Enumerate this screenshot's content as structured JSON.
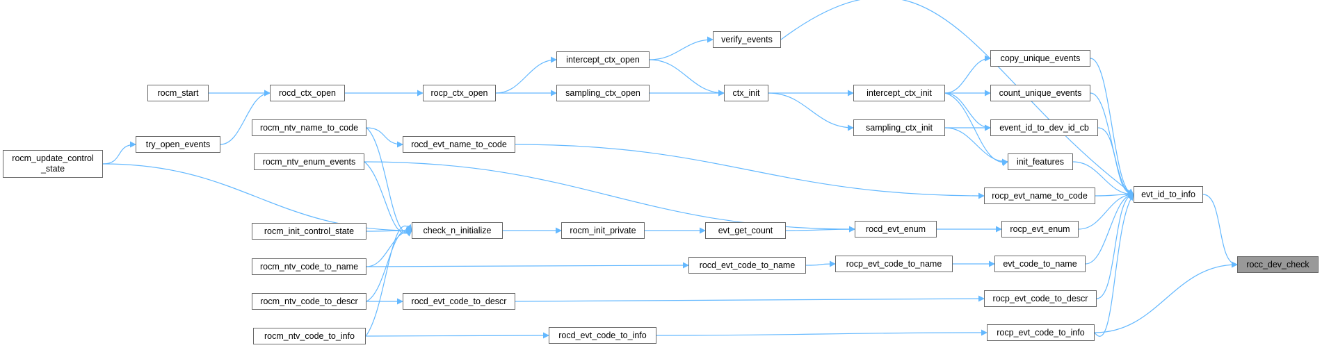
{
  "colors": {
    "edge": "#63b8ff",
    "node_border": "#666666",
    "focus_fill": "#999999"
  },
  "nodes": [
    {
      "id": "rocc_dev_check",
      "label": "rocc_dev_check",
      "focus": true
    },
    {
      "id": "evt_id_to_info",
      "label": "evt_id_to_info"
    },
    {
      "id": "verify_events",
      "label": "verify_events"
    },
    {
      "id": "copy_unique_events",
      "label": "copy_unique_events"
    },
    {
      "id": "count_unique_events",
      "label": "count_unique_events"
    },
    {
      "id": "event_id_to_dev_id_cb",
      "label": "event_id_to_dev_id_cb"
    },
    {
      "id": "init_features",
      "label": "init_features"
    },
    {
      "id": "rocp_evt_name_to_code",
      "label": "rocp_evt_name_to_code"
    },
    {
      "id": "rocp_evt_enum",
      "label": "rocp_evt_enum"
    },
    {
      "id": "evt_code_to_name",
      "label": "evt_code_to_name"
    },
    {
      "id": "rocp_evt_code_to_descr",
      "label": "rocp_evt_code_to_descr"
    },
    {
      "id": "rocp_evt_code_to_info",
      "label": "rocp_evt_code_to_info"
    },
    {
      "id": "intercept_ctx_init",
      "label": "intercept_ctx_init"
    },
    {
      "id": "sampling_ctx_init",
      "label": "sampling_ctx_init"
    },
    {
      "id": "rocd_evt_enum",
      "label": "rocd_evt_enum"
    },
    {
      "id": "rocp_evt_code_to_name",
      "label": "rocp_evt_code_to_name"
    },
    {
      "id": "ctx_init",
      "label": "ctx_init"
    },
    {
      "id": "evt_get_count",
      "label": "evt_get_count"
    },
    {
      "id": "rocd_evt_code_to_name",
      "label": "rocd_evt_code_to_name"
    },
    {
      "id": "intercept_ctx_open",
      "label": "intercept_ctx_open"
    },
    {
      "id": "sampling_ctx_open",
      "label": "sampling_ctx_open"
    },
    {
      "id": "rocm_init_private",
      "label": "rocm_init_private"
    },
    {
      "id": "rocd_evt_code_to_info",
      "label": "rocd_evt_code_to_info"
    },
    {
      "id": "rocp_ctx_open",
      "label": "rocp_ctx_open"
    },
    {
      "id": "rocd_evt_name_to_code",
      "label": "rocd_evt_name_to_code"
    },
    {
      "id": "check_n_initialize",
      "label": "check_n_initialize"
    },
    {
      "id": "rocd_evt_code_to_descr",
      "label": "rocd_evt_code_to_descr"
    },
    {
      "id": "rocd_ctx_open",
      "label": "rocd_ctx_open"
    },
    {
      "id": "rocm_ntv_name_to_code",
      "label": "rocm_ntv_name_to_code"
    },
    {
      "id": "rocm_ntv_enum_events",
      "label": "rocm_ntv_enum_events"
    },
    {
      "id": "rocm_init_control_state",
      "label": "rocm_init_control_state"
    },
    {
      "id": "rocm_ntv_code_to_name",
      "label": "rocm_ntv_code_to_name"
    },
    {
      "id": "rocm_ntv_code_to_descr",
      "label": "rocm_ntv_code_to_descr"
    },
    {
      "id": "rocm_ntv_code_to_info",
      "label": "rocm_ntv_code_to_info"
    },
    {
      "id": "rocm_start",
      "label": "rocm_start"
    },
    {
      "id": "try_open_events",
      "label": "try_open_events"
    },
    {
      "id": "rocm_update_control_state",
      "label": "rocm_update_control\n_state"
    }
  ],
  "edges": [
    [
      "evt_id_to_info",
      "rocc_dev_check"
    ],
    [
      "rocp_evt_code_to_info",
      "rocc_dev_check"
    ],
    [
      "verify_events",
      "evt_id_to_info"
    ],
    [
      "copy_unique_events",
      "evt_id_to_info"
    ],
    [
      "count_unique_events",
      "evt_id_to_info"
    ],
    [
      "event_id_to_dev_id_cb",
      "evt_id_to_info"
    ],
    [
      "init_features",
      "evt_id_to_info"
    ],
    [
      "rocp_evt_name_to_code",
      "evt_id_to_info"
    ],
    [
      "rocp_evt_enum",
      "evt_id_to_info"
    ],
    [
      "evt_code_to_name",
      "evt_id_to_info"
    ],
    [
      "rocp_evt_code_to_descr",
      "evt_id_to_info"
    ],
    [
      "rocp_evt_code_to_info",
      "evt_id_to_info"
    ],
    [
      "intercept_ctx_open",
      "verify_events"
    ],
    [
      "intercept_ctx_init",
      "copy_unique_events"
    ],
    [
      "intercept_ctx_init",
      "count_unique_events"
    ],
    [
      "intercept_ctx_init",
      "event_id_to_dev_id_cb"
    ],
    [
      "sampling_ctx_init",
      "event_id_to_dev_id_cb"
    ],
    [
      "intercept_ctx_init",
      "init_features"
    ],
    [
      "sampling_ctx_init",
      "init_features"
    ],
    [
      "ctx_init",
      "intercept_ctx_init"
    ],
    [
      "ctx_init",
      "sampling_ctx_init"
    ],
    [
      "intercept_ctx_open",
      "ctx_init"
    ],
    [
      "sampling_ctx_open",
      "ctx_init"
    ],
    [
      "rocp_ctx_open",
      "intercept_ctx_open"
    ],
    [
      "rocp_ctx_open",
      "sampling_ctx_open"
    ],
    [
      "rocd_ctx_open",
      "rocp_ctx_open"
    ],
    [
      "rocm_start",
      "rocd_ctx_open"
    ],
    [
      "try_open_events",
      "rocd_ctx_open"
    ],
    [
      "rocm_update_control_state",
      "try_open_events"
    ],
    [
      "rocd_evt_name_to_code",
      "rocp_evt_name_to_code"
    ],
    [
      "rocm_ntv_name_to_code",
      "rocd_evt_name_to_code"
    ],
    [
      "rocd_evt_enum",
      "rocp_evt_enum"
    ],
    [
      "evt_get_count",
      "rocd_evt_enum"
    ],
    [
      "rocm_ntv_enum_events",
      "rocd_evt_enum"
    ],
    [
      "rocm_init_private",
      "evt_get_count"
    ],
    [
      "check_n_initialize",
      "rocm_init_private"
    ],
    [
      "rocm_ntv_name_to_code",
      "check_n_initialize"
    ],
    [
      "rocm_ntv_enum_events",
      "check_n_initialize"
    ],
    [
      "rocm_update_control_state",
      "check_n_initialize"
    ],
    [
      "rocm_init_control_state",
      "check_n_initialize"
    ],
    [
      "rocm_ntv_code_to_name",
      "check_n_initialize"
    ],
    [
      "rocm_ntv_code_to_descr",
      "check_n_initialize"
    ],
    [
      "rocm_ntv_code_to_info",
      "check_n_initialize"
    ],
    [
      "rocp_evt_code_to_name",
      "evt_code_to_name"
    ],
    [
      "rocd_evt_code_to_name",
      "rocp_evt_code_to_name"
    ],
    [
      "rocm_ntv_code_to_name",
      "rocd_evt_code_to_name"
    ],
    [
      "rocd_evt_code_to_descr",
      "rocp_evt_code_to_descr"
    ],
    [
      "rocm_ntv_code_to_descr",
      "rocd_evt_code_to_descr"
    ],
    [
      "rocd_evt_code_to_info",
      "rocp_evt_code_to_info"
    ],
    [
      "rocm_ntv_code_to_info",
      "rocd_evt_code_to_info"
    ]
  ]
}
